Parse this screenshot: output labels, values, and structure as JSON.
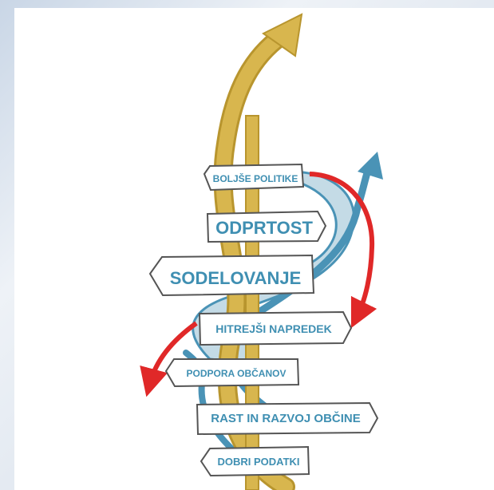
{
  "signs": [
    {
      "id": "bolje-politike",
      "label": "BOLJŠE POLITIKE"
    },
    {
      "id": "odprtost",
      "label": "ODPRTOST"
    },
    {
      "id": "sodelovanje",
      "label": "SODELOVANJE"
    },
    {
      "id": "hitrejsi-napredek",
      "label": "HITREJŠI NAPREDEK"
    },
    {
      "id": "podpora-obcanov",
      "label": "PODPORA OBČANOV"
    },
    {
      "id": "rast-in-razvoj-obcine",
      "label": "RAST IN RAZVOJ OBČINE"
    },
    {
      "id": "dobri-podatki",
      "label": "DOBRI PODATKI"
    }
  ],
  "colors": {
    "pole": "#d8b64e",
    "pole_dark": "#b8952e",
    "blue_arrow": "#4a93b6",
    "light_blue_fill": "#c4dbe6",
    "red_arrow": "#e02828",
    "sign_text": "#3f8fb2",
    "sign_border": "#555555"
  }
}
